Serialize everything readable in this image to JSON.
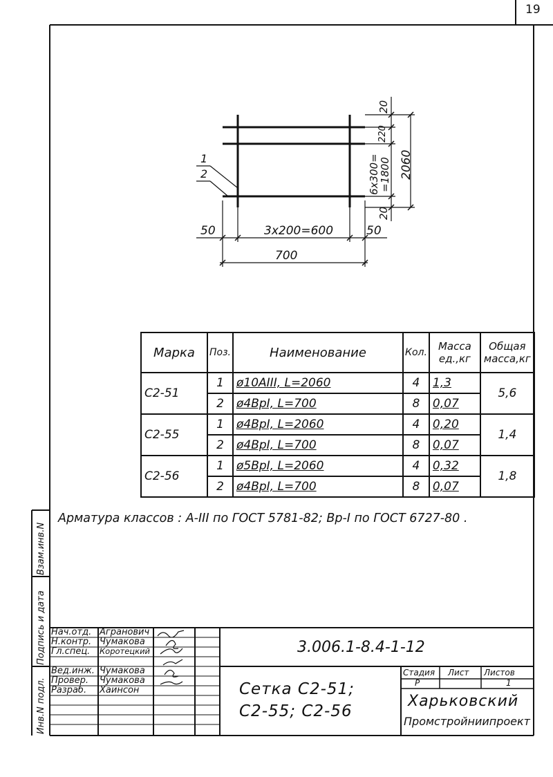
{
  "page_number": "19",
  "drawing": {
    "labels": {
      "pos1": "1",
      "pos2": "2",
      "dim_left_50": "50",
      "dim_span": "3x200=600",
      "dim_right_50": "50",
      "dim_total_width": "700",
      "dim_top_20": "20",
      "dim_220": "220",
      "dim_vertical_span_a": "6x300=",
      "dim_vertical_span_b": "=1800",
      "dim_bottom_20": "20",
      "dim_total_height": "2060"
    }
  },
  "table": {
    "headers": {
      "mark": "Марка",
      "pos": "Поз.",
      "name": "Наименование",
      "qty": "Кол.",
      "mass_unit_a": "Масса",
      "mass_unit_b": "ед.,кг",
      "mass_total_a": "Общая",
      "mass_total_b": "масса,кг"
    },
    "groups": [
      {
        "mark": "С2-51",
        "total": "5,6",
        "rows": [
          {
            "pos": "1",
            "name": "ø10AIII, L=2060",
            "qty": "4",
            "mass": "1,3"
          },
          {
            "pos": "2",
            "name": "ø4BpI, L=700",
            "qty": "8",
            "mass": "0,07"
          }
        ]
      },
      {
        "mark": "С2-55",
        "total": "1,4",
        "rows": [
          {
            "pos": "1",
            "name": "ø4BpI, L=2060",
            "qty": "4",
            "mass": "0,20"
          },
          {
            "pos": "2",
            "name": "ø4BpI, L=700",
            "qty": "8",
            "mass": "0,07"
          }
        ]
      },
      {
        "mark": "С2-56",
        "total": "1,8",
        "rows": [
          {
            "pos": "1",
            "name": "ø5BpI, L=2060",
            "qty": "4",
            "mass": "0,32"
          },
          {
            "pos": "2",
            "name": "ø4BpI, L=700",
            "qty": "8",
            "mass": "0,07"
          }
        ]
      }
    ]
  },
  "note": "Арматура классов : А-III по ГОСТ 5781-82; Вр-I по ГОСТ 6727-80 .",
  "side_stamp": {
    "inv_replace": "Взам.инв.N",
    "sign_date": "Подпись и дата",
    "inv_orig": "Инв.N подл."
  },
  "title_block": {
    "roles": [
      {
        "role": "Нач.отд.",
        "name": "Агранович"
      },
      {
        "role": "Н.контр.",
        "name": "Чумакова"
      },
      {
        "role": "Гл.спец.",
        "name": "Коротецкий"
      },
      {
        "role": "Вед.инж.",
        "name": "Чумакова"
      },
      {
        "role": "Провер.",
        "name": "Чумакова"
      },
      {
        "role": "Разраб.",
        "name": "Хаинсон"
      }
    ],
    "doc_code": "3.006.1-8.4-1-12",
    "title_line1": "Сетка С2-51;",
    "title_line2": "С2-55; С2-56",
    "stage_label": "Стадия",
    "sheet_label": "Лист",
    "sheets_label": "Листов",
    "stage_value": "Р",
    "sheet_value": "",
    "sheets_value": "1",
    "org_line1": "Харьковский",
    "org_line2": "Промстройниипроект"
  }
}
